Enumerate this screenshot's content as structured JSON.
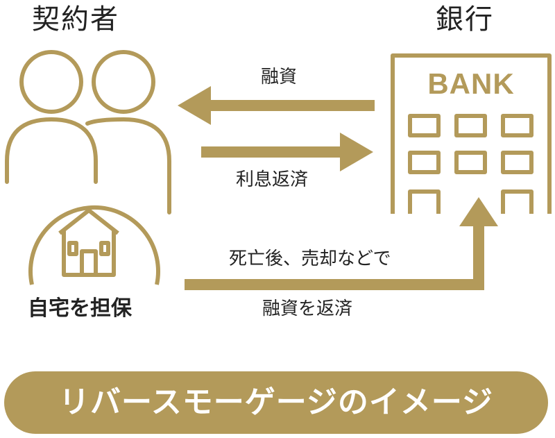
{
  "colors": {
    "accent": "#b39a5a",
    "text": "#222222",
    "background": "#ffffff"
  },
  "contractor": {
    "title": "契約者",
    "icon": "two-people-icon"
  },
  "bank": {
    "title": "銀行",
    "sign": "BANK",
    "icon": "bank-building-icon"
  },
  "collateral": {
    "label": "自宅を担保",
    "icon": "house-icon"
  },
  "flows": {
    "loan_label": "融資",
    "interest_label": "利息返済",
    "repay_line1": "死亡後、売却などで",
    "repay_line2": "融資を返済"
  },
  "banner": {
    "text": "リバースモーゲージのイメージ"
  }
}
